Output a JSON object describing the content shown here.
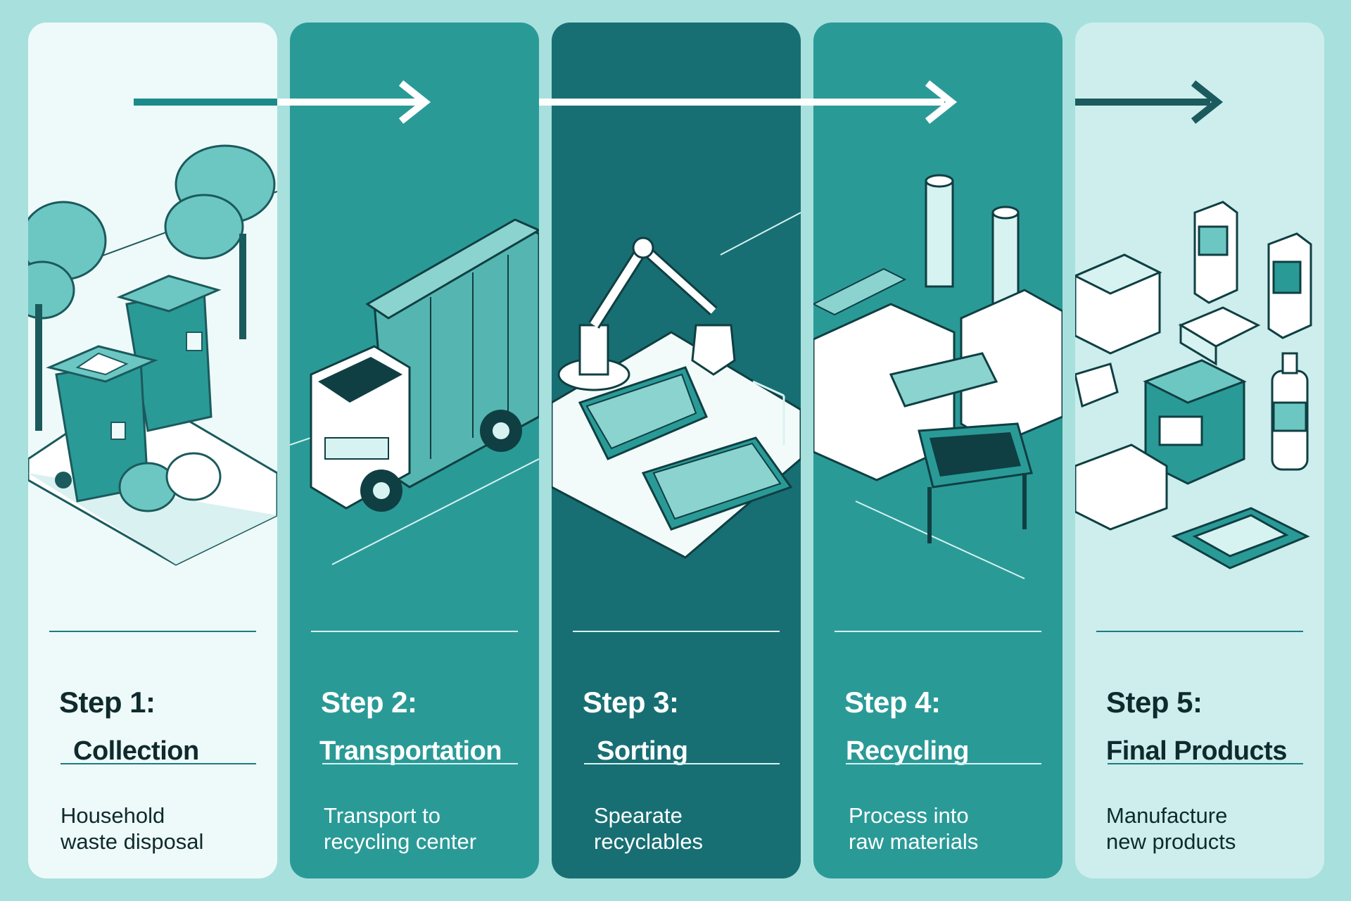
{
  "steps": [
    {
      "label": "Step 1:",
      "title": "Collection",
      "description": "Household\nwaste disposal",
      "icon": "trash-bins-icon"
    },
    {
      "label": "Step 2:",
      "title": "Transportation",
      "description": "Transport to\nrecycling center",
      "icon": "garbage-truck-icon"
    },
    {
      "label": "Step 3:",
      "title": "Sorting",
      "description": "Spearate\nrecyclables",
      "icon": "robotic-arm-icon"
    },
    {
      "label": "Step 4:",
      "title": "Recycling",
      "description": "Process into\nraw materials",
      "icon": "recycling-factory-icon"
    },
    {
      "label": "Step 5:",
      "title": "Final Products",
      "description": "Manufacture\nnew products",
      "icon": "products-icon"
    }
  ],
  "colors": {
    "background": "#a8e0dd",
    "panel_light": "#eefaf9",
    "panel_mid": "#2a9a97",
    "panel_dark": "#176f73",
    "panel_pale": "#cdeeed",
    "accent": "#1b7c80"
  }
}
